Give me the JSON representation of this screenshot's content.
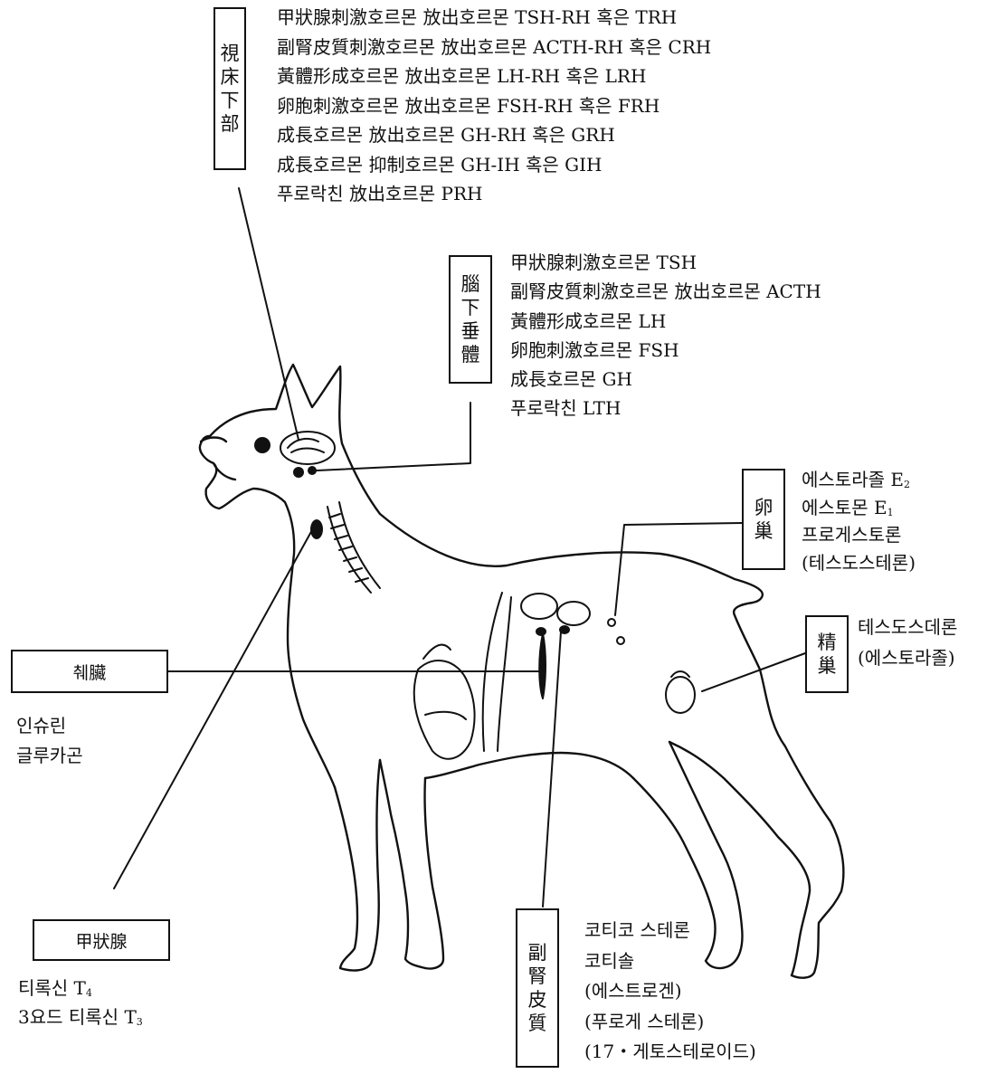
{
  "hypothalamus": {
    "label": [
      "視",
      "床",
      "下",
      "部"
    ],
    "items": [
      "甲狀腺刺激호르몬 放出호르몬 TSH-RH 혹은 TRH",
      "副腎皮質刺激호르몬 放出호르몬 ACTH-RH 혹은 CRH",
      "黃體形成호르몬 放出호르몬 LH-RH 혹은 LRH",
      "卵胞刺激호르몬 放出호르몬 FSH-RH 혹은 FRH",
      "成長호르몬 放出호르몬 GH-RH 혹은 GRH",
      "成長호르몬 抑制호르몬 GH-IH 혹은 GIH",
      "푸로락친 放出호르몬 PRH"
    ]
  },
  "pituitary": {
    "label": [
      "腦",
      "下",
      "垂",
      "體"
    ],
    "items": [
      "甲狀腺刺激호르몬 TSH",
      "副腎皮質刺激호르몬 放出호르몬 ACTH",
      "黃體形成호르몬 LH",
      "卵胞刺激호르몬 FSH",
      "成長호르몬 GH",
      "푸로락친 LTH"
    ]
  },
  "ovary": {
    "label": [
      "卵",
      "巢"
    ],
    "items": [
      {
        "text": "에스토라졸 E",
        "sub": "2"
      },
      {
        "text": "에스토몬 E",
        "sub": "1"
      },
      {
        "text": "프로게스토론",
        "sub": ""
      },
      {
        "text": "(테스도스테론)",
        "sub": ""
      }
    ]
  },
  "testis": {
    "label": [
      "精",
      "巢"
    ],
    "items": [
      "테스도스데론",
      "(에스토라졸)"
    ]
  },
  "pancreas": {
    "label": "췌臟",
    "items": [
      "인슈린",
      "글루카곤"
    ]
  },
  "thyroid": {
    "label": "甲狀腺",
    "items": [
      {
        "text": "티록신 T",
        "sub": "4"
      },
      {
        "text": "3요드 티록신 T",
        "sub": "3"
      }
    ]
  },
  "adrenal": {
    "label": [
      "副",
      "腎",
      "皮",
      "質"
    ],
    "items": [
      "코티코 스테론",
      "코티솔",
      "(에스트로겐)",
      "(푸로게 스테론)",
      "(17・게토스테로이드)"
    ]
  }
}
